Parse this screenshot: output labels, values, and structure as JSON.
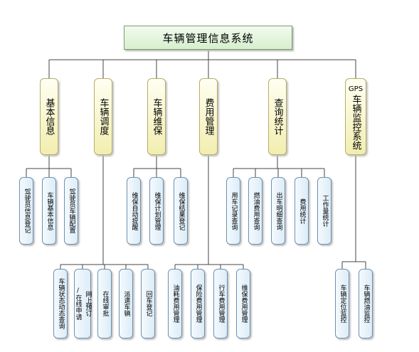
{
  "root": {
    "label": "车辆管理信息系统"
  },
  "categories": [
    {
      "label": "基本信息",
      "children": [
        "驾驶员信息登记",
        "车辆基本信息",
        "驾驶员车辆配置"
      ]
    },
    {
      "label": "车辆调度",
      "children": [
        "车辆状态动态查询",
        "网上预订/在线申请",
        "在线审批",
        "派遣车辆",
        "回车登记"
      ]
    },
    {
      "label": "车辆维保",
      "children": [
        "维保自动提醒",
        "维保计划管理",
        "维保结果登记"
      ]
    },
    {
      "label": "费用管理",
      "children": [
        "油耗费用管理",
        "保险费用管理",
        "行车费用管理",
        "维保费用管理"
      ]
    },
    {
      "label": "查询统计",
      "children": [
        "用车记录查询",
        "燃油费用查询",
        "出车明细查询",
        "费用统计",
        "工作量统计"
      ]
    },
    {
      "label": "GPS车辆监控系统",
      "children": [
        "车辆定位监控",
        "车辆燃油监控"
      ]
    }
  ]
}
